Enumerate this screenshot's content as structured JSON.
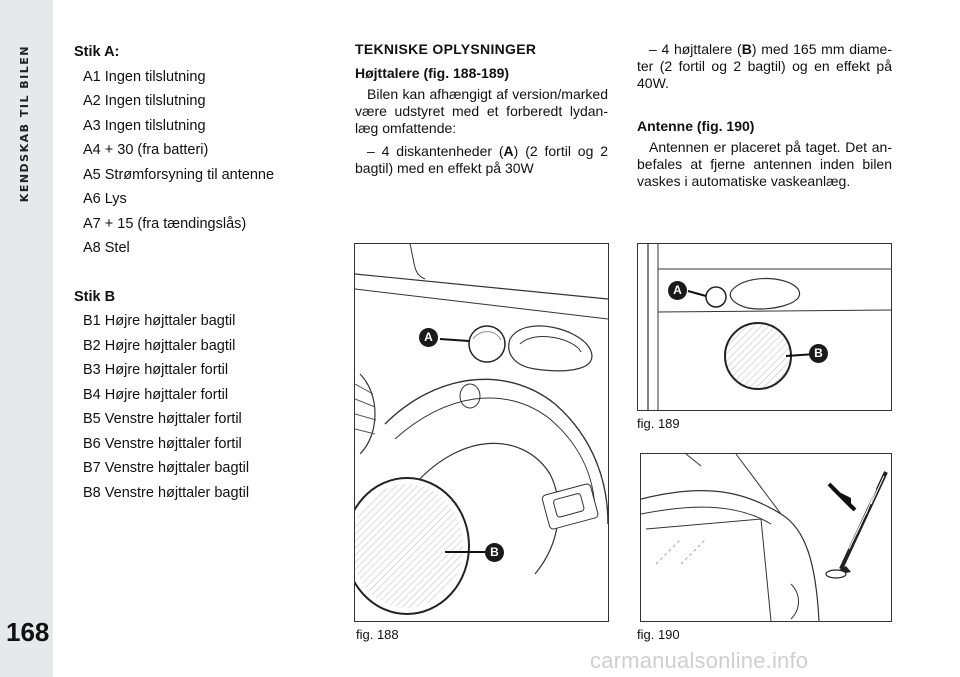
{
  "sidebar": {
    "section_title": "KENDSKAB TIL BILEN"
  },
  "page_number": "168",
  "column1": {
    "stik_a_heading": "Stik A:",
    "stik_a_items": [
      "A1 Ingen tilslutning",
      "A2 Ingen tilslutning",
      "A3 Ingen tilslutning",
      "A4 + 30 (fra batteri)",
      "A5 Strømforsyning til antenne",
      "A6 Lys",
      "A7 + 15 (fra tændingslås)",
      "A8 Stel"
    ],
    "stik_b_heading": "Stik B",
    "stik_b_items": [
      "B1 Højre højttaler bagtil",
      "B2 Højre højttaler bagtil",
      "B3 Højre højttaler fortil",
      "B4 Højre højttaler fortil",
      "B5 Venstre højttaler fortil",
      "B6 Venstre højttaler fortil",
      "B7 Venstre højttaler bagtil",
      "B8 Venstre højttaler bagtil"
    ]
  },
  "column2": {
    "title": "TEKNISKE OPLYSNINGER",
    "subtitle": "Højttalere (fig. 188-189)",
    "paragraph": "Bilen kan afhængigt af version/marked være udstyret med et forberedt lydan-læg omfattende:",
    "item_prefix": "– 4 diskantenheder (",
    "item_marker": "A",
    "item_suffix": ") (2 fortil og 2 bagtil) med en effekt på 30W"
  },
  "column3": {
    "item_prefix": "– 4 højttalere (",
    "item_marker": "B",
    "item_suffix": ") med 165 mm diame-ter (2 fortil og 2 bagtil) og en effekt på 40W.",
    "antenna_heading": "Antenne (fig. 190)",
    "antenna_paragraph": "Antennen er placeret på taget. Det an-befales at fjerne antennen inden bilen vaskes i automatiske vaskeanlæg."
  },
  "figures": {
    "fig188": {
      "caption": "fig. 188",
      "marker_a": "A",
      "marker_b": "B"
    },
    "fig189": {
      "caption": "fig. 189",
      "marker_a": "A",
      "marker_b": "B"
    },
    "fig190": {
      "caption": "fig. 190"
    }
  },
  "watermark": "carmanualsonline.info"
}
